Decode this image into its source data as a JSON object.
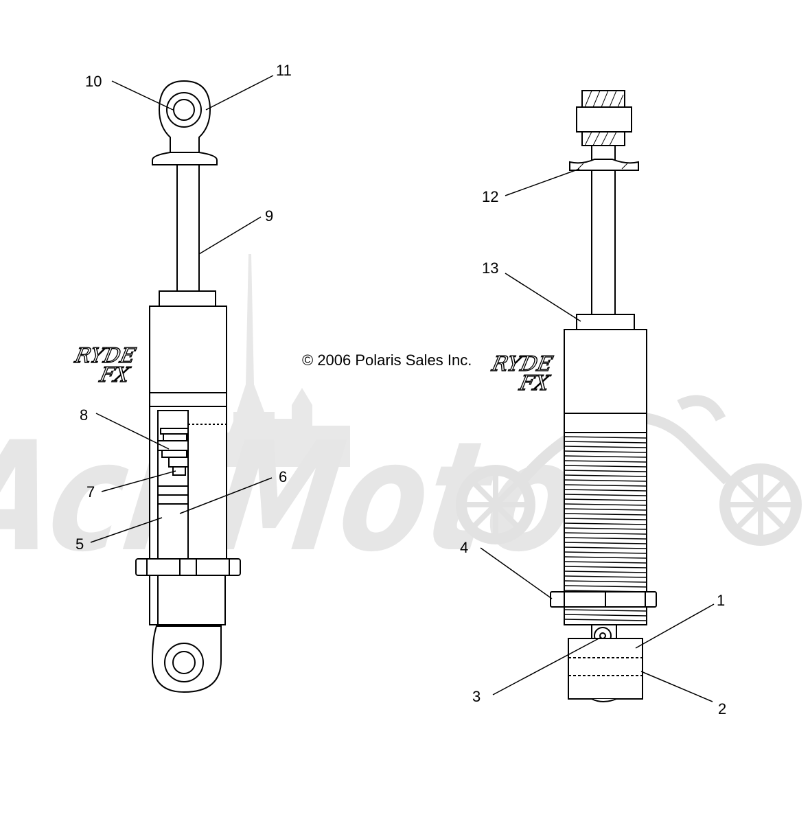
{
  "copyright": "© 2006 Polaris Sales Inc.",
  "watermark": "AchMoto",
  "callouts": [
    "1",
    "2",
    "3",
    "4",
    "5",
    "6",
    "7",
    "8",
    "9",
    "10",
    "11",
    "12",
    "13"
  ],
  "shock_logo_left": [
    "RYDE",
    "FX"
  ],
  "shock_logo_right": [
    "RYDE",
    "FX"
  ],
  "colors": {
    "line": "#000000",
    "watermark": "#e4e4e4",
    "background": "#ffffff"
  }
}
